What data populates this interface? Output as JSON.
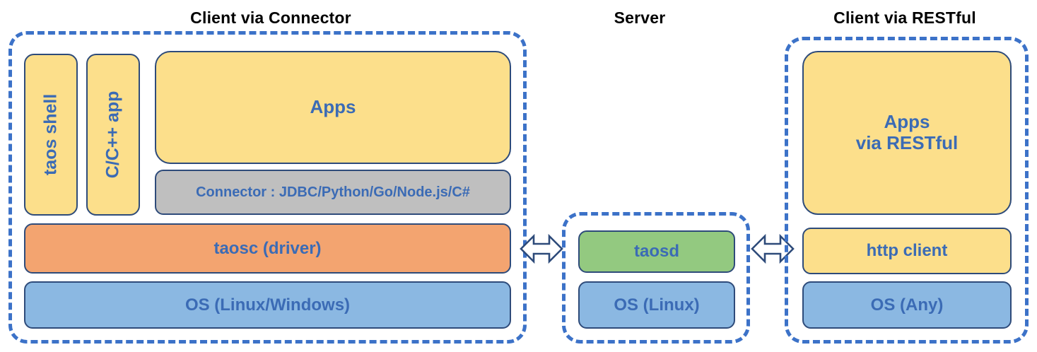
{
  "diagram": {
    "title_left": "Client via Connector",
    "title_middle": "Server",
    "title_right": "Client via RESTful",
    "colors": {
      "dashed_border": "#3C72C8",
      "box_border": "#2E4B7A",
      "text_blue": "#3B6BB5",
      "yellow": "#FCDF8B",
      "orange": "#F3A470",
      "blue": "#8BB8E2",
      "green": "#93C980",
      "gray": "#BFBFBF",
      "title_black": "#000000"
    }
  },
  "client_connector": {
    "taos_shell": "taos shell",
    "c_cpp_app": "C/C++ app",
    "apps": "Apps",
    "connector": "Connector : JDBC/Python/Go/Node.js/C#",
    "taosc": "taosc (driver)",
    "os": "OS (Linux/Windows)"
  },
  "server": {
    "taosd": "taosd",
    "os": "OS (Linux)"
  },
  "client_restful": {
    "apps_line1": "Apps",
    "apps_line2": "via RESTful",
    "http_client": "http client",
    "os": "OS (Any)"
  },
  "arrows": {
    "left_arrow_label": "bidirectional-arrow-client-to-server",
    "right_arrow_label": "bidirectional-arrow-server-to-restful-client"
  }
}
